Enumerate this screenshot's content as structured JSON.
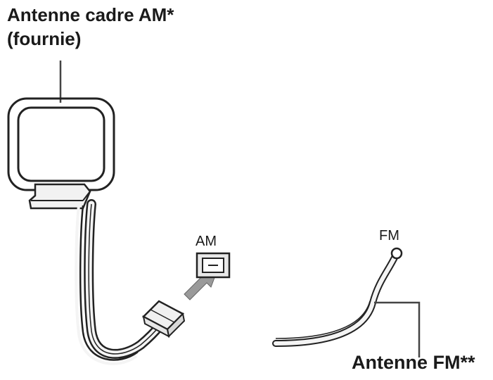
{
  "labels": {
    "am_antenna_line1": "Antenne cadre AM*",
    "am_antenna_line2": "(fournie)",
    "fm_antenna": "Antenne FM**",
    "am_terminal": "AM",
    "fm_terminal": "FM"
  },
  "colors": {
    "ink": "#1a1a1a",
    "wire_fill": "#f4f4f4",
    "arrow": "#9a9a9a",
    "jack_fill": "#e8e8e8"
  }
}
